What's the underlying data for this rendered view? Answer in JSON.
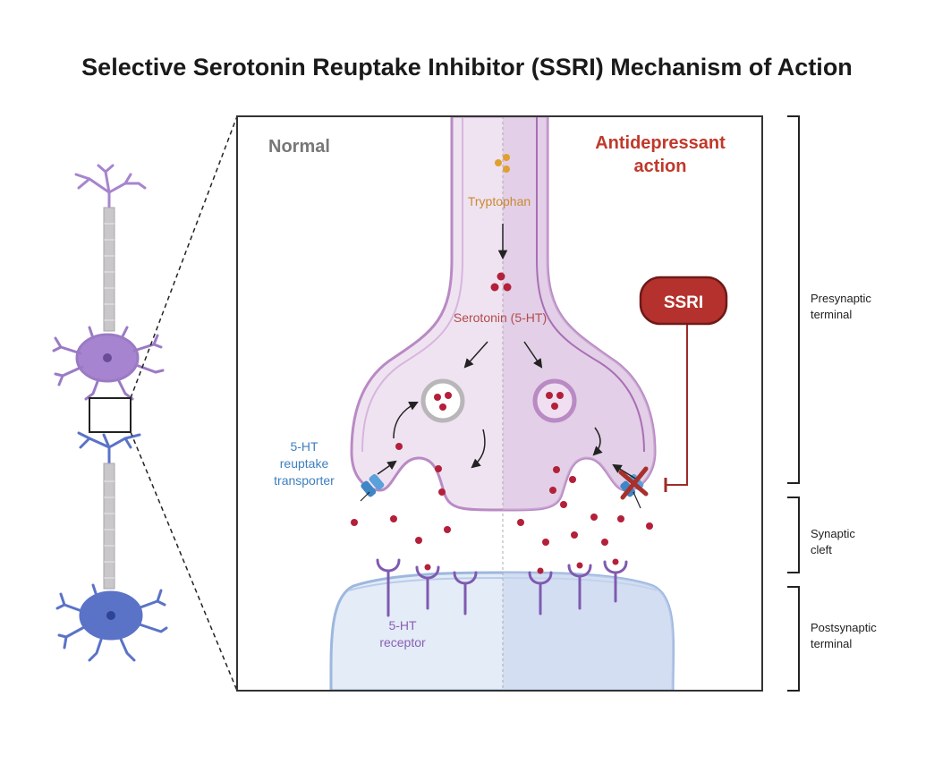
{
  "title": "Selective Serotonin Reuptake Inhibitor (SSRI) Mechanism of Action",
  "panels": {
    "normal": "Normal",
    "antidepressant_line1": "Antidepressant",
    "antidepressant_line2": "action"
  },
  "labels": {
    "tryptophan": "Tryptophan",
    "serotonin": "Serotonin (5-HT)",
    "ssri": "SSRI",
    "transporter_line1": "5-HT",
    "transporter_line2": "reuptake",
    "transporter_line3": "transporter",
    "receptor_line1": "5-HT",
    "receptor_line2": "receptor"
  },
  "regions": {
    "presynaptic_line1": "Presynaptic",
    "presynaptic_line2": "terminal",
    "cleft_line1": "Synaptic",
    "cleft_line2": "cleft",
    "postsynaptic_line1": "Postsynaptic",
    "postsynaptic_line2": "terminal"
  },
  "colors": {
    "neuron_upper": "#9b7ac4",
    "neuron_lower": "#5a73c7",
    "presynaptic_membrane": "#b98ac4",
    "presynaptic_fill": "#efe3f1",
    "postsynaptic_fill": "#e3ecf7",
    "serotonin": "#b3203a",
    "tryptophan": "#e0a030",
    "ssri": "#b5312d",
    "transporter": "#3e86c6",
    "antidepressant_text": "#c0392b",
    "transporter_text": "#3e7fbf",
    "receptor_text": "#8a5fb3"
  }
}
